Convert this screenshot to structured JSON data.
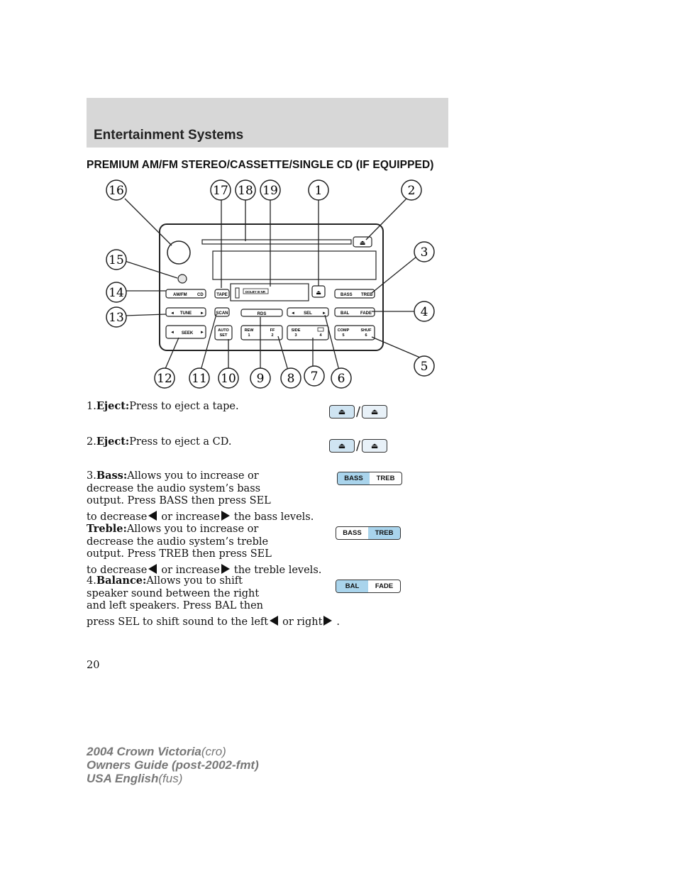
{
  "header": {
    "title": "Entertainment Systems"
  },
  "section_title": "PREMIUM AM/FM STEREO/CASSETTE/SINGLE CD (IF EQUIPPED)",
  "diagram": {
    "callouts": [
      "16",
      "17",
      "18",
      "19",
      "1",
      "2",
      "15",
      "3",
      "14",
      "13",
      "4",
      "5",
      "12",
      "11",
      "10",
      "9",
      "8",
      "7",
      "6"
    ],
    "buttons": {
      "amfm": "AM/FM",
      "cd": "CD",
      "tape": "TAPE",
      "bass": "BASS",
      "treb": "TREB",
      "tune": "TUNE",
      "scan": "SCAN",
      "rds": "RDS",
      "sel": "SEL",
      "bal": "BAL",
      "fade": "FADE",
      "seek": "SEEK",
      "auto": "AUTO",
      "set": "SET",
      "rew": "REW",
      "rew_num": "1",
      "ff": "FF",
      "ff_num": "2",
      "side": "SIDE",
      "side_num": "3",
      "dolby_num": "4",
      "comp": "COMP",
      "comp_num": "5",
      "shuf": "SHUF",
      "shuf_num": "6",
      "dolby": "DOLBY B NR"
    }
  },
  "items": {
    "item1": {
      "num": "1.",
      "term": "Eject:",
      "text": "Press to eject a tape."
    },
    "item2": {
      "num": "2.",
      "term": "Eject:",
      "text": "Press to eject a CD."
    },
    "item3": {
      "num": "3.",
      "term": "Bass:",
      "line1": "Allows you to increase or",
      "line2": "decrease the audio system’s bass",
      "line3": "output. Press BASS then press SEL",
      "line4a": "to decrease",
      "line4b": "or increase",
      "line4c": "the bass levels."
    },
    "treble": {
      "term": "Treble:",
      "line1": "Allows you to increase or",
      "line2": "decrease the audio system’s treble",
      "line3": "output. Press TREB then press SEL",
      "line4a": "to decrease",
      "line4b": "or increase",
      "line4c": "the treble levels."
    },
    "item4": {
      "num": "4.",
      "term": "Balance:",
      "line1": "Allows you to shift",
      "line2": "speaker sound between the right",
      "line3": "and left speakers. Press BAL then",
      "line4a": "press SEL to shift sound to the left",
      "line4b": "or right",
      "line4c": "."
    }
  },
  "illus": {
    "eject_symbol": "⏏",
    "slash": "/",
    "bass": "BASS",
    "treb": "TREB",
    "bal": "BAL",
    "fade": "FADE"
  },
  "page_number": "20",
  "footer": {
    "line1_bold": "2004 Crown Victoria",
    "line1_rest": "(cro)",
    "line2": "Owners Guide (post-2002-fmt)",
    "line3_bold": "USA English",
    "line3_rest": "(fus)"
  }
}
